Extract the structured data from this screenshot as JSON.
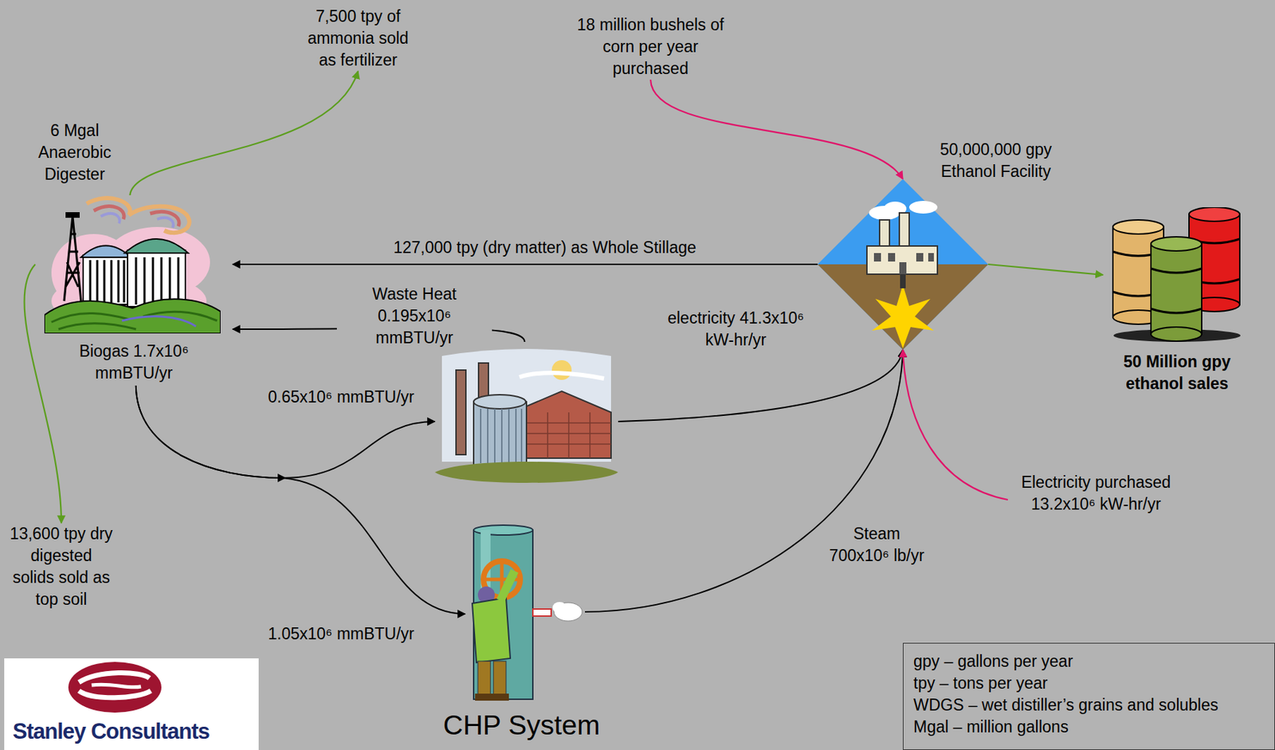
{
  "diagram": {
    "nodes": [
      {
        "text": [
          "6 Mgal Anaerobic Digester",
          "Biogas 1.7x10⁶ mmBTU/yr"
        ]
      },
      {
        "text": [
          "50,000,000 gpy Ethanol Facility"
        ]
      },
      {
        "text": [
          "50 Million gpy ethanol sales"
        ]
      },
      {
        "text": []
      },
      {
        "text": [
          "CHP System"
        ]
      },
      {
        "text": [
          "7,500 tpy of ammonia sold as fertilizer"
        ]
      },
      {
        "text": [
          "18 million bushels of corn per year purchased"
        ]
      },
      {
        "text": [
          "13,600 tpy dry digested solids sold as top soil"
        ]
      },
      {
        "text": [
          "Electricity purchased 13.2x10⁶ kW-hr/yr"
        ]
      },
      {
        "text": [
          "gpy – gallons per year",
          "tpy – tons per year",
          "WDGS – wet distiller’s grains and solubles",
          "Mgal – million gallons"
        ]
      }
    ],
    "edges": [
      {
        "from": 1,
        "to": 0,
        "arrow": "to",
        "label": "127,000 tpy (dry matter) as Whole Stillage"
      },
      {
        "from": 3,
        "to": 0,
        "arrow": "to",
        "label": "Waste Heat 0.195x10⁶ mmBTU/yr"
      },
      {
        "from": 3,
        "to": 1,
        "arrow": "to",
        "label": "electricity 41.3x10⁶ kW-hr/yr"
      },
      {
        "from": 0,
        "to": 3,
        "arrow": "to",
        "label": "0.65x10⁶ mmBTU/yr"
      },
      {
        "from": 0,
        "to": 4,
        "arrow": "to",
        "label": "1.05x10⁶ mmBTU/yr"
      },
      {
        "from": 4,
        "to": 1,
        "arrow": "to",
        "label": "Steam 700x10⁶ lb/yr"
      },
      {
        "from": 0,
        "to": 5,
        "arrow": "to"
      },
      {
        "from": 0,
        "to": 7,
        "arrow": "to"
      },
      {
        "from": 6,
        "to": 1,
        "arrow": "to"
      },
      {
        "from": 8,
        "to": 1,
        "arrow": "to"
      },
      {
        "from": 1,
        "to": 2,
        "arrow": "to"
      }
    ],
    "labels": [
      "Stanley Consultants"
    ]
  }
}
